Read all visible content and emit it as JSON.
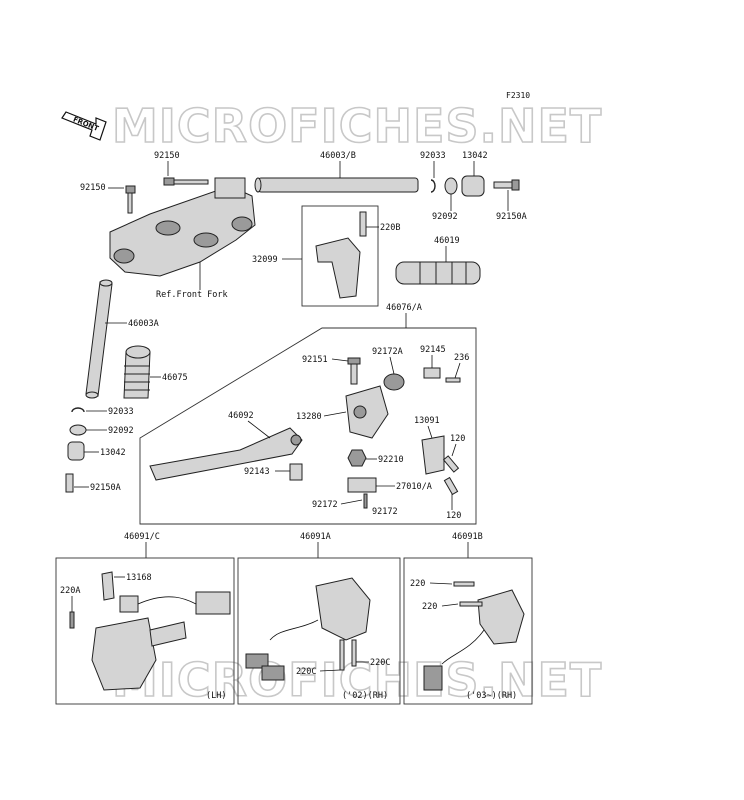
{
  "figure_code": "F2310",
  "front_badge": "FRONT",
  "watermark": "MICROFICHES.NET",
  "parts": {
    "p_92150_top": "92150",
    "p_92150_left": "92150",
    "p_46003B": "46003/B",
    "p_92033_top": "92033",
    "p_13042_top": "13042",
    "p_92092_top": "92092",
    "p_92150A_top": "92150A",
    "p_220B": "220B",
    "p_32099": "32099",
    "p_46019": "46019",
    "p_ref_front_fork": "Ref.Front Fork",
    "p_46076A": "46076/A",
    "p_46003A": "46003A",
    "p_46075": "46075",
    "p_92151": "92151",
    "p_92172A": "92172A",
    "p_92145": "92145",
    "p_236": "236",
    "p_92033_low": "92033",
    "p_46092": "46092",
    "p_13280": "13280",
    "p_13091": "13091",
    "p_92092_low": "92092",
    "p_120_a": "120",
    "p_13042_low": "13042",
    "p_92210": "92210",
    "p_92143": "92143",
    "p_27010A": "27010/A",
    "p_92150A_low": "92150A",
    "p_92172_a": "92172",
    "p_92172_b": "92172",
    "p_120_b": "120",
    "p_46091C": "46091/C",
    "p_46091A": "46091A",
    "p_46091B": "46091B",
    "p_13168": "13168",
    "p_220A": "220A",
    "p_220_a": "220",
    "p_220_b": "220",
    "p_220C_a": "220C",
    "p_220C_b": "220C"
  },
  "variants": {
    "lh": "(LH)",
    "rh_02": "('02)(RH)",
    "rh_03": "('03~)(RH)"
  }
}
